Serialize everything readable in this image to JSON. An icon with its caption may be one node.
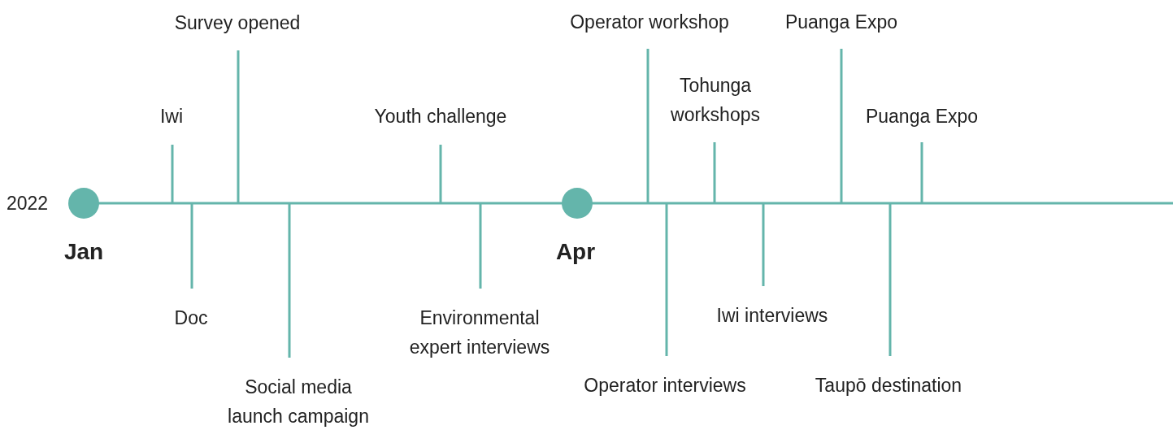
{
  "diagram": {
    "nodes": [
      {
        "text": [],
        "shape": "circle",
        "beside": [
          "Jan"
        ]
      },
      {
        "text": [
          "Iwi"
        ]
      },
      {
        "text": [
          "Doc"
        ]
      },
      {
        "text": [
          "Survey opened"
        ]
      },
      {
        "text": [
          "Social media launch campaign"
        ]
      },
      {
        "text": [
          "Youth challenge"
        ]
      },
      {
        "text": [
          "Environmental expert interviews"
        ]
      },
      {
        "text": [],
        "shape": "circle",
        "beside": [
          "Apr"
        ]
      },
      {
        "text": [
          "Operator workshop"
        ]
      },
      {
        "text": [
          "Operator interviews"
        ]
      },
      {
        "text": [
          "Tohunga workshops"
        ]
      },
      {
        "text": [
          "Iwi interviews"
        ]
      },
      {
        "text": [
          "Puanga Expo"
        ]
      },
      {
        "text": [
          "Taupō destination"
        ]
      },
      {
        "text": [
          "Puanga Expo"
        ]
      }
    ],
    "edges": [
      {
        "from": 1,
        "to": null,
        "arrow": "none"
      },
      {
        "from": 2,
        "to": null,
        "arrow": "none"
      },
      {
        "from": 3,
        "to": null,
        "arrow": "none"
      },
      {
        "from": 4,
        "to": null,
        "arrow": "none"
      },
      {
        "from": 5,
        "to": null,
        "arrow": "none"
      },
      {
        "from": 6,
        "to": null,
        "arrow": "none"
      },
      {
        "from": 8,
        "to": null,
        "arrow": "none"
      },
      {
        "from": 9,
        "to": null,
        "arrow": "none"
      },
      {
        "from": 10,
        "to": null,
        "arrow": "none"
      },
      {
        "from": 11,
        "to": null,
        "arrow": "none"
      },
      {
        "from": 12,
        "to": null,
        "arrow": "none"
      },
      {
        "from": 13,
        "to": null,
        "arrow": "none"
      },
      {
        "from": 14,
        "to": null,
        "arrow": "none"
      }
    ],
    "labels": [
      "2022"
    ]
  }
}
